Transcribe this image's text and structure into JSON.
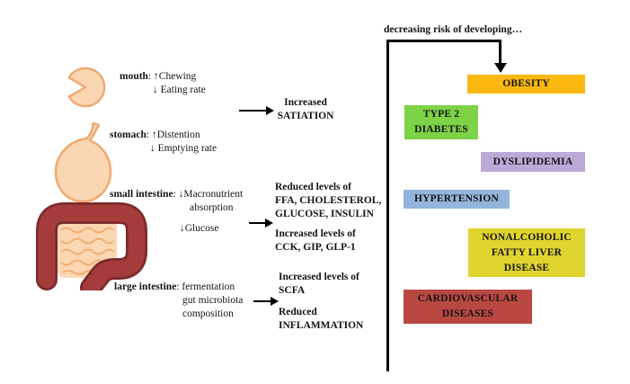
{
  "title": "decreasing risk of developing…",
  "colors": {
    "organ_fill": "#FAD7B2",
    "organ_stroke": "#F1A86F",
    "intestine_fill": "#A53C3C",
    "intestine_outline": "#7C2B2B",
    "line": "#000000"
  },
  "gi_tract": {
    "mouth": {
      "name": "mouth",
      "rest": ": ↑Chewing",
      "line2": "↓ Eating rate"
    },
    "stomach": {
      "name": "stomach",
      "rest": ": ↑Distention",
      "line2": "↓ Emptying rate"
    },
    "small_intestine": {
      "name": "small intestine",
      "rest": ": ↓Macronutrient",
      "line2": "absorption",
      "line3": "↓Glucose"
    },
    "large_intestine": {
      "name": "large intestine",
      "rest": ": fermentation",
      "line2": "gut microbiota",
      "line3": "composition"
    }
  },
  "outcomes": {
    "satiation": {
      "l1": "Increased",
      "l2": "SATIATION"
    },
    "si_reduced": {
      "l1": "Reduced levels of",
      "l2": "FFA, CHOLESTEROL,",
      "l3": "GLUCOSE, INSULIN"
    },
    "si_increased": {
      "l1": "Increased levels of",
      "l2": "CCK, GIP, GLP-1"
    },
    "li_increased": {
      "l1": "Increased levels of",
      "l2": "SCFA"
    },
    "li_reduced": {
      "l1": "Reduced",
      "l2": "INFLAMMATION"
    }
  },
  "diseases": [
    {
      "label": "OBESITY",
      "color": "#FBB811"
    },
    {
      "label": "TYPE 2 DIABETES",
      "color": "#7DD246"
    },
    {
      "label": "DYSLIPIDEMIA",
      "color": "#BCA9D8"
    },
    {
      "label": "HYPERTENSION",
      "color": "#93B4DB"
    },
    {
      "label": "NONALCOHOLIC FATTY LIVER DISEASE",
      "color": "#E0D42E"
    },
    {
      "label": "CARDIOVASCULAR DISEASES",
      "color": "#B94843"
    }
  ]
}
